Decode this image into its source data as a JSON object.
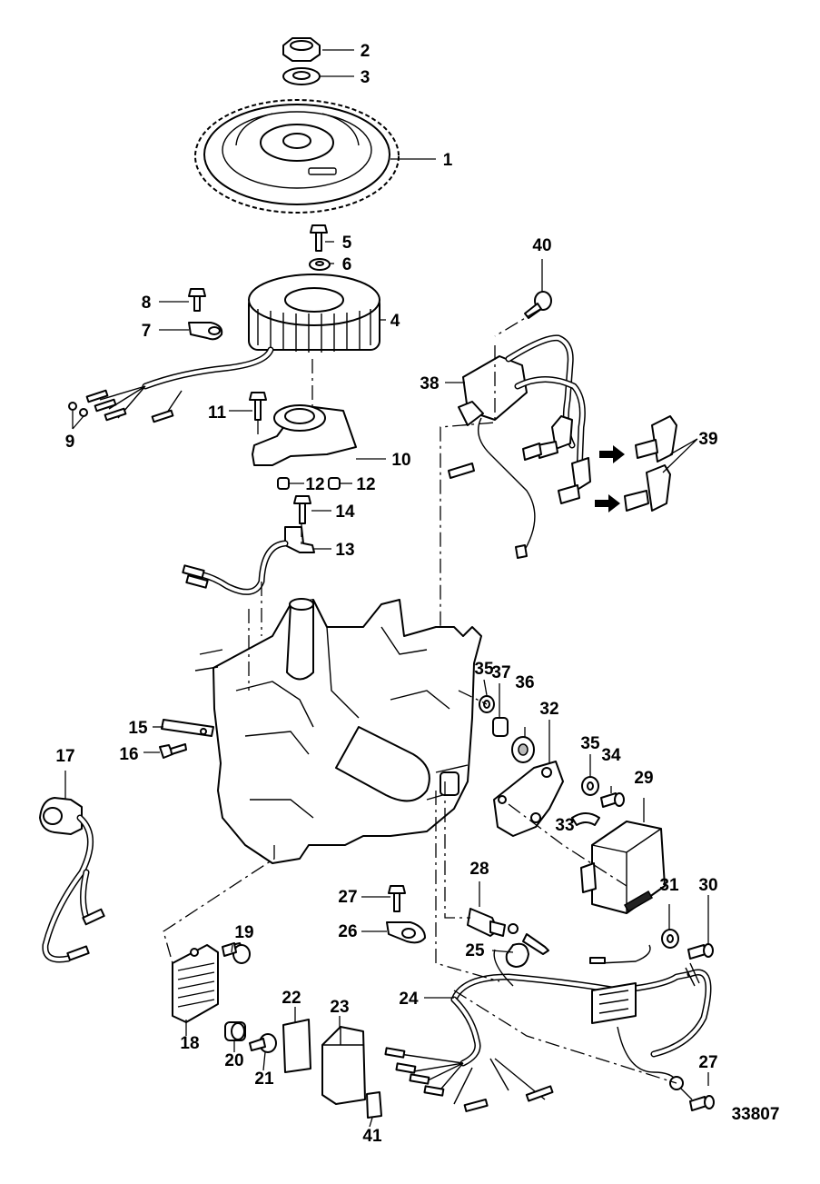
{
  "diagram_id": "33807",
  "callouts": [
    {
      "id": "c1",
      "label": "1"
    },
    {
      "id": "c2",
      "label": "2"
    },
    {
      "id": "c3",
      "label": "3"
    },
    {
      "id": "c4",
      "label": "4"
    },
    {
      "id": "c5",
      "label": "5"
    },
    {
      "id": "c6",
      "label": "6"
    },
    {
      "id": "c7",
      "label": "7"
    },
    {
      "id": "c8",
      "label": "8"
    },
    {
      "id": "c9",
      "label": "9"
    },
    {
      "id": "c10",
      "label": "10"
    },
    {
      "id": "c11",
      "label": "11"
    },
    {
      "id": "c12a",
      "label": "12"
    },
    {
      "id": "c12b",
      "label": "12"
    },
    {
      "id": "c13",
      "label": "13"
    },
    {
      "id": "c14",
      "label": "14"
    },
    {
      "id": "c15",
      "label": "15"
    },
    {
      "id": "c16",
      "label": "16"
    },
    {
      "id": "c17",
      "label": "17"
    },
    {
      "id": "c18",
      "label": "18"
    },
    {
      "id": "c19",
      "label": "19"
    },
    {
      "id": "c20",
      "label": "20"
    },
    {
      "id": "c21",
      "label": "21"
    },
    {
      "id": "c22",
      "label": "22"
    },
    {
      "id": "c23",
      "label": "23"
    },
    {
      "id": "c24",
      "label": "24"
    },
    {
      "id": "c25",
      "label": "25"
    },
    {
      "id": "c26",
      "label": "26"
    },
    {
      "id": "c27a",
      "label": "27"
    },
    {
      "id": "c27b",
      "label": "27"
    },
    {
      "id": "c28",
      "label": "28"
    },
    {
      "id": "c29",
      "label": "29"
    },
    {
      "id": "c30",
      "label": "30"
    },
    {
      "id": "c31",
      "label": "31"
    },
    {
      "id": "c32",
      "label": "32"
    },
    {
      "id": "c33",
      "label": "33"
    },
    {
      "id": "c34",
      "label": "34"
    },
    {
      "id": "c35a",
      "label": "35"
    },
    {
      "id": "c35b",
      "label": "35"
    },
    {
      "id": "c36",
      "label": "36"
    },
    {
      "id": "c37",
      "label": "37"
    },
    {
      "id": "c38",
      "label": "38"
    },
    {
      "id": "c39",
      "label": "39"
    },
    {
      "id": "c40",
      "label": "40"
    },
    {
      "id": "c41",
      "label": "41"
    }
  ]
}
